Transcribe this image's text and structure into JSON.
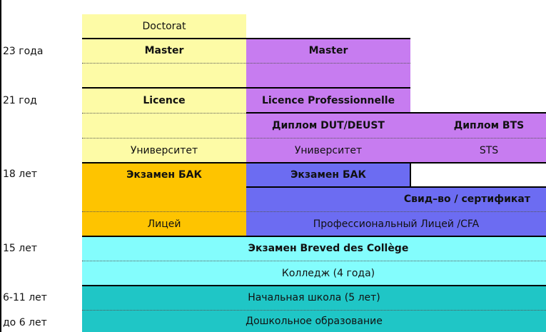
{
  "ages": {
    "a23": "23 года",
    "a21": "21 год",
    "a18": "18 лет",
    "a15": "15 лет",
    "a6_11": "6-11 лет",
    "a6": "до 6 лет"
  },
  "university": {
    "doctorat": "Doctorat",
    "master": "Master",
    "licence": "Licence",
    "name": "Университет"
  },
  "technical": {
    "master": "Master",
    "licence_pro": "Licence Professionnelle",
    "dut": "Диплом DUT/DEUST",
    "university": "Университет",
    "bts": "Диплом BTS",
    "sts": "STS"
  },
  "lycee": {
    "exam": "Экзамен БАК",
    "name": "Лицей"
  },
  "pro": {
    "exam": "Экзамен БАК",
    "certificate": "Свид–во / сертификат",
    "name": "Профессиональный Лицей /CFA"
  },
  "college": {
    "exam": "Экзамен Breved des Collège",
    "name": "Колледж (4 года)"
  },
  "primary": {
    "name": "Начальная школа (5 лет)"
  },
  "preschool": {
    "name": "Дошкольное образование"
  },
  "colors": {
    "yellow": "#fdfba6",
    "purple": "#c77cf0",
    "orange": "#fec400",
    "blue": "#6c6cf2",
    "cyan": "#83fdfd",
    "teal": "#1fc6c6"
  }
}
